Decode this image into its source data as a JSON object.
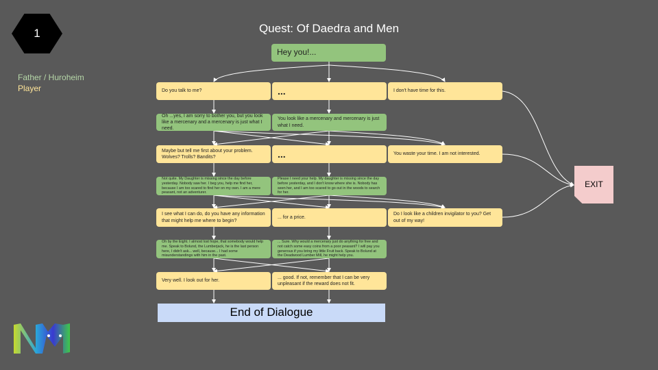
{
  "step_badge": "1",
  "title": "Quest: Of Daedra and Men",
  "speakers": {
    "npc": "Father / Huroheim",
    "player": "Player"
  },
  "start": "Hey you!...",
  "rows": [
    [
      "Do you talk to me?",
      "...",
      "I don't have time for this."
    ],
    [
      "Oh ...yes, I am sorry to bother you, but you look like a mercenary and a mercenary is just what I need.",
      "You look like a mercenary and mercenary is just what I need."
    ],
    [
      "Maybe but tell me first about your problem. Wolves? Trolls? Bandits?",
      "...",
      "You waste your time. I am not interested."
    ],
    [
      "Not quite. My Daughter is missing since the day before yesterday. Nobody saw her. I beg you, help me find her, because I am too scared to find her on my own. I am a mere peasant, not an adventurer.",
      "Please I need your help. My daughter is missing since the day before yesterday, and I don't know where she is. Nobody has seen her, and I am too scared to go out in the woods to search for her."
    ],
    [
      "I see what I can do, do you have any information that might help me where to begin?",
      "... for a price.",
      "Do I look like a children invigilator to you? Get out of my way!"
    ],
    [
      "Oh by the Eight. I almost lost hope, that somebody would help me. Speak to Bolund, the Lumberjack, he is the last person here, I didn't ask... well, because... I had some misunderstandings with him in the past.",
      "... Sure. Why would a mercenary just do anything for free and not catch some easy coins from a poor peasant? I will pay you generous if you bring my little Fruit back. Speak to Bolund at the Deadwood Lumber Mill, he might help you."
    ],
    [
      "Very well. I look out for her.",
      "... good. If not, remember that I can be very unpleasant if the reward does not fit."
    ]
  ],
  "exit": "EXIT",
  "end": "End of Dialogue",
  "colors": {
    "player": "#ffe599",
    "npc": "#93c47d",
    "exit": "#f4cccc",
    "end": "#c9daf8"
  }
}
